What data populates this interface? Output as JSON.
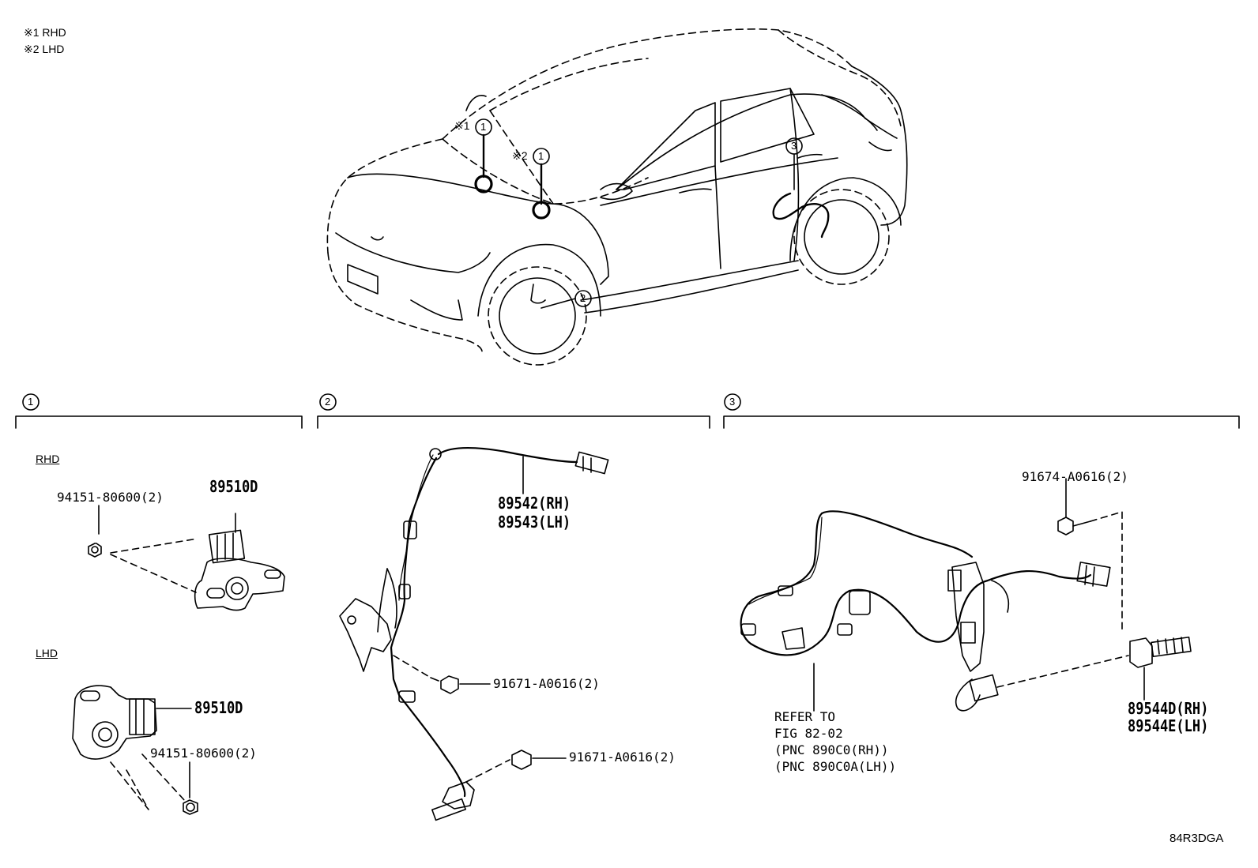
{
  "notes": {
    "note1": "※1 RHD",
    "note2": "※2 LHD"
  },
  "callouts": {
    "car_ref1_rhd": "※1",
    "car_ref1_lhd": "※2",
    "num1": "1",
    "num2": "2",
    "num3": "3"
  },
  "sections": [
    {
      "number": "1"
    },
    {
      "number": "2"
    },
    {
      "number": "3"
    }
  ],
  "section1": {
    "rhd_label": "RHD",
    "lhd_label": "LHD",
    "rhd_sensor": "89510D",
    "rhd_nut": "94151-80600(2)",
    "lhd_sensor": "89510D",
    "lhd_nut": "94151-80600(2)"
  },
  "section2": {
    "sensor_rh": "89542(RH)",
    "sensor_lh": "89543(LH)",
    "bolt_upper": "91671-A0616(2)",
    "bolt_lower": "91671-A0616(2)"
  },
  "section3": {
    "bolt": "91674-A0616(2)",
    "sensor_rh": "89544D(RH)",
    "sensor_lh": "89544E(LH)",
    "refer_line1": "REFER TO",
    "refer_line2": "FIG 82-02",
    "refer_line3": "(PNC 890C0(RH))",
    "refer_line4": "(PNC 890C0A(LH))"
  },
  "drawing_code": "84R3DGA"
}
